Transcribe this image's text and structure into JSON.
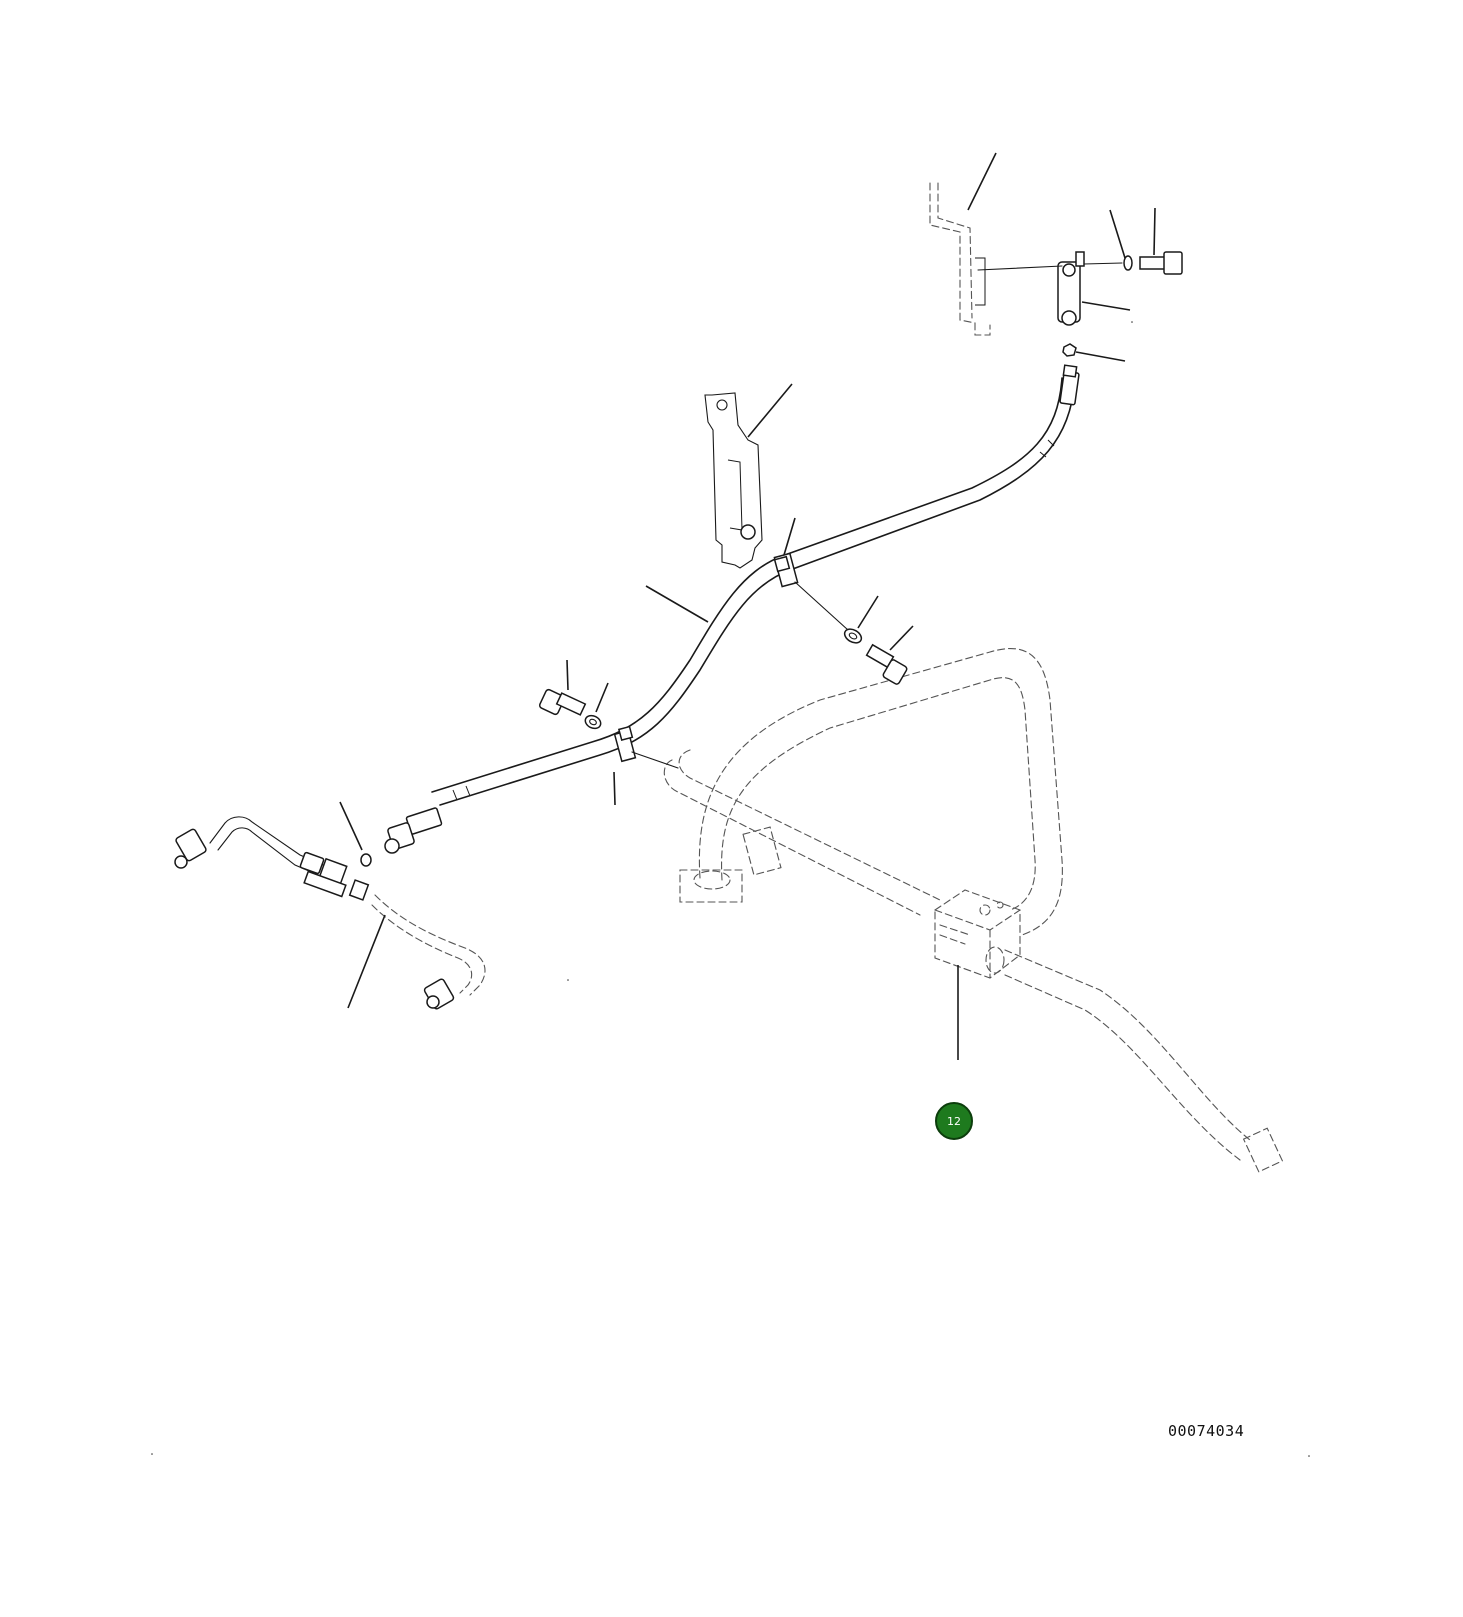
{
  "diagram": {
    "drawing_number": "00074034",
    "callouts": [
      {
        "label": "12",
        "color": "#1e7a1e"
      }
    ],
    "leader_lines_unlabeled": 16
  }
}
